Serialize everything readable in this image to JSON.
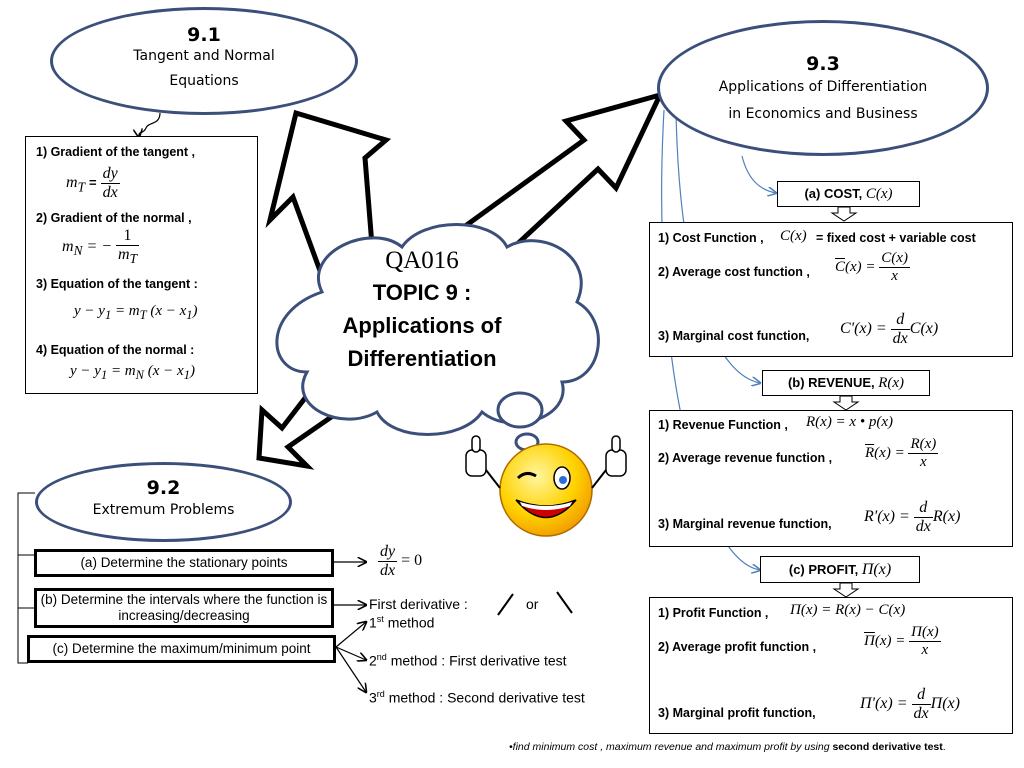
{
  "center": {
    "code": "QA016",
    "line1": "TOPIC 9 :",
    "line2": "Applications of",
    "line3": "Differentiation"
  },
  "sec91": {
    "num": "9.1",
    "title_l1": "Tangent and Normal",
    "title_l2": "Equations",
    "items": [
      "1)   Gradient of the tangent ,",
      "2)   Gradient of the normal ,",
      "3)   Equation of the tangent :",
      "4)   Equation of the normal :"
    ]
  },
  "sec92": {
    "num": "9.2",
    "title": "Extremum Problems",
    "steps": [
      "(a) Determine the stationary points",
      "(b) Determine the intervals where the function is increasing/decreasing",
      "(c) Determine the maximum/minimum point"
    ],
    "first_derivative": "First derivative :",
    "or": "or",
    "method1_sup": "st",
    "method1": "method",
    "method2_sup": "nd",
    "method2": "method : First derivative test",
    "method3_sup": "rd",
    "method3": "method : Second derivative test"
  },
  "sec93": {
    "num": "9.3",
    "title_l1": "Applications of Differentiation",
    "title_l2": "in Economics and Business",
    "cost": {
      "header": "(a) COST,",
      "items": [
        "1) Cost Function ,",
        "2) Average cost function ,",
        "3) Marginal cost function,"
      ],
      "fixed_text": "= fixed cost + variable cost"
    },
    "revenue": {
      "header": "(b) REVENUE,",
      "items": [
        "1) Revenue Function ,",
        "2) Average revenue function ,",
        "3) Marginal revenue function,"
      ]
    },
    "profit": {
      "header": "(c) PROFIT,",
      "items": [
        "1) Profit Function ,",
        "2) Average profit function ,",
        "3) Marginal profit function,"
      ]
    }
  },
  "footnote": {
    "text": "•find minimum cost , maximum revenue and maximum profit by using ",
    "bold": "second derivative test",
    "end": "."
  }
}
